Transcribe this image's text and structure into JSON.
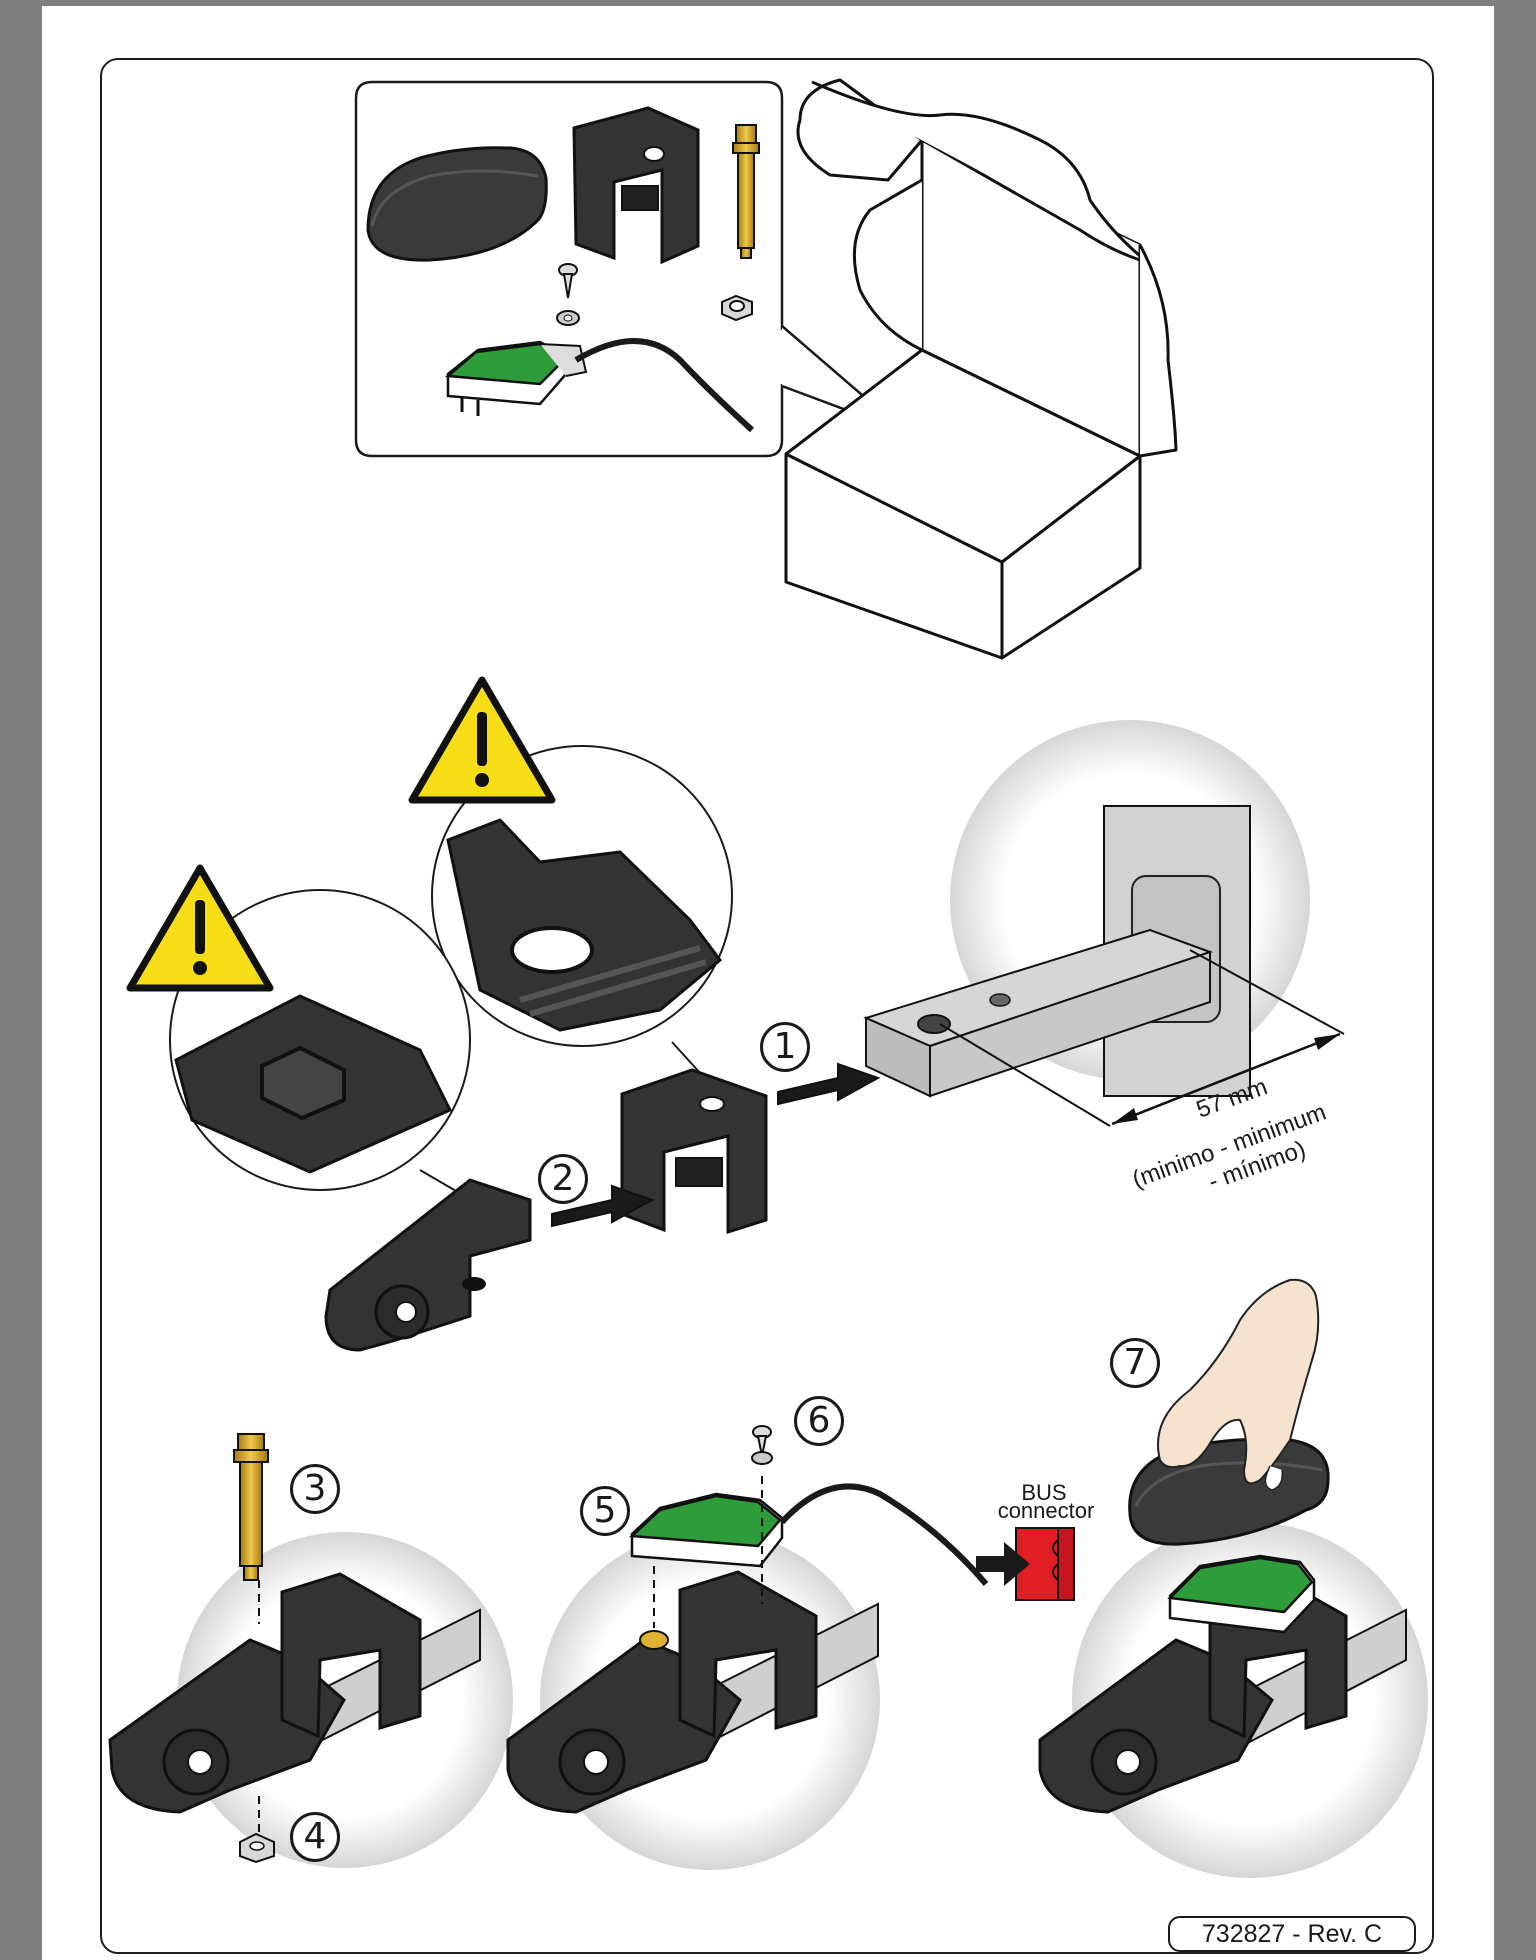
{
  "steps": [
    "1",
    "2",
    "3",
    "4",
    "5",
    "6",
    "7"
  ],
  "measurement": {
    "value": "57 mm",
    "line2": "(minimo - minimum",
    "line3": "- mínimo)"
  },
  "bus_label": {
    "line1": "BUS",
    "line2": "connector"
  },
  "footer": {
    "revision": "732827 - Rev. C"
  },
  "colors": {
    "background": "#7f7f7f",
    "page": "#ffffff",
    "pcb_green": "#2e9c3a",
    "connector_red": "#e01f25",
    "warning_yellow": "#f6dd15",
    "brass": "#d4a52a",
    "plastic_dark": "#2f2f2f",
    "metal_grey": "#cfcfcf",
    "hand_skin": "#f6e3cf"
  }
}
